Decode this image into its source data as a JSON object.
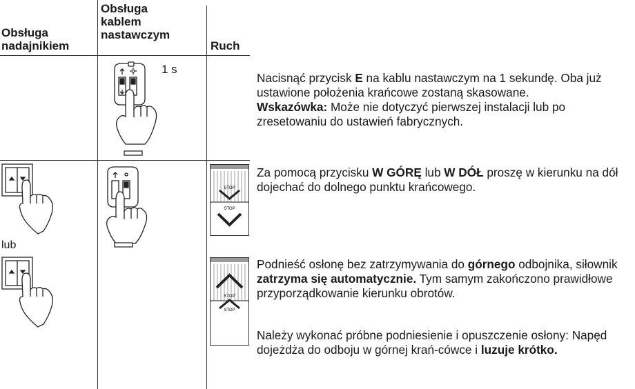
{
  "headers": {
    "col1": [
      "Obsługa",
      "nadajnikiem"
    ],
    "col2": [
      "Obsługa",
      "kablem",
      "nastawczym"
    ],
    "col3": [
      "Ruch"
    ]
  },
  "row1": {
    "duration": "1 s",
    "text1": "Nacisnąć przycisk ",
    "key_e": "E",
    "text2": " na kablu nastawczym na 1 sekundę. Oba już ustawione położenia krańcowe zostaną skasowane.",
    "hint_label": "Wskazówka:",
    "hint_text": " Może nie dotyczyć pierwszej instalacji lub po zresetowaniu do ustawień fabrycznych."
  },
  "row2": {
    "text1": "Za pomocą przycisku ",
    "key_up": "W GÓRĘ",
    "text2": " lub ",
    "key_down": "W DÓŁ",
    "text3": " proszę w kierunku na dół dojechać do dolnego punktu krańcowego.",
    "or_label": "lub",
    "stop_label": "STOP"
  },
  "row3": {
    "text1": "Podnieść osłonę bez zatrzymywania do ",
    "bold1": "górnego",
    "text2": " odbojnika, siłownik ",
    "bold2": "zatrzyma się automatycznie.",
    "text3": " Tym samym zakończono prawidłowe przyporządkowanie kierunku obrotów.",
    "text4": "Należy wykonać próbne podniesienie i opuszczenie osłony: Napęd dojeżdża do odboju w górnej krań-cówce i ",
    "bold3": "luzuje krótko."
  },
  "icons": [
    "setting-cable-hand-icon",
    "transmitter-hand-icon",
    "shutter-down-icon",
    "shutter-up-icon"
  ]
}
